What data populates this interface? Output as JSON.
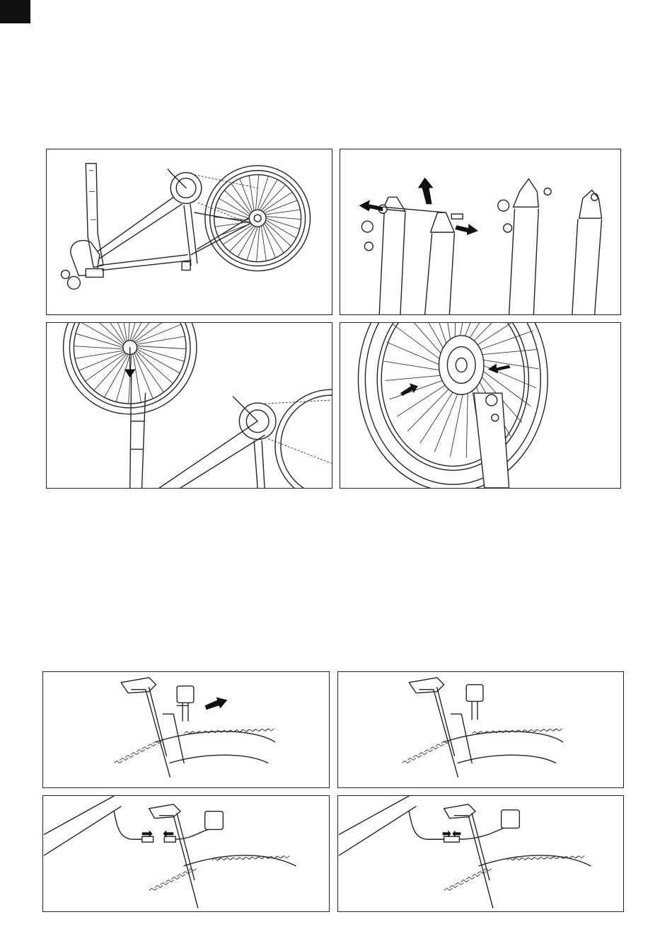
{
  "page": {
    "colors": {
      "ink": "#222222",
      "paper": "#ffffff",
      "tab": "#111111"
    },
    "figures": [
      {
        "id": "fig-1",
        "subject": "bike-frame-front-view"
      },
      {
        "id": "fig-2",
        "subject": "fork-dropouts-remove-axle"
      },
      {
        "id": "fig-3",
        "subject": "wheel-inserted-into-fork"
      },
      {
        "id": "fig-4",
        "subject": "disc-rotor-into-caliper"
      },
      {
        "id": "fig-5",
        "subject": "mount-headlight"
      },
      {
        "id": "fig-6",
        "subject": "headlight-mounted"
      },
      {
        "id": "fig-7",
        "subject": "connect-light-cable"
      },
      {
        "id": "fig-8",
        "subject": "cable-connected"
      }
    ]
  }
}
